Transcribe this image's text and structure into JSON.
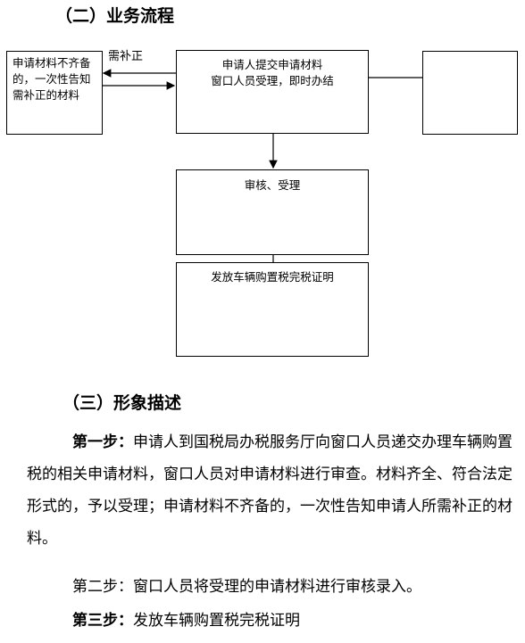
{
  "section2": {
    "heading": "（二）业务流程"
  },
  "flow": {
    "left_box": "申请材料不齐备的，一次性告知需补正的材料",
    "note": "需补正",
    "box1": {
      "line1": "申请人提交申请材料",
      "line2": "窗口人员受理，即时办结"
    },
    "box2": "审核、受理",
    "box3": "发放车辆购置税完税证明"
  },
  "section3": {
    "heading": "（三）形象描述",
    "step1_label": "第一步：",
    "step1_text": "申请人到国税局办税服务厅向窗口人员递交办理车辆购置税的相关申请材料，窗口人员对申请材料进行审查。材料齐全、符合法定形式的，予以受理；申请材料不齐备的，一次性告知申请人所需补正的材料。",
    "step2_text": "第二步：窗口人员将受理的申请材料进行审核录入。",
    "step3_label": "第三步：",
    "step3_text": "发放车辆购置税完税证明"
  }
}
